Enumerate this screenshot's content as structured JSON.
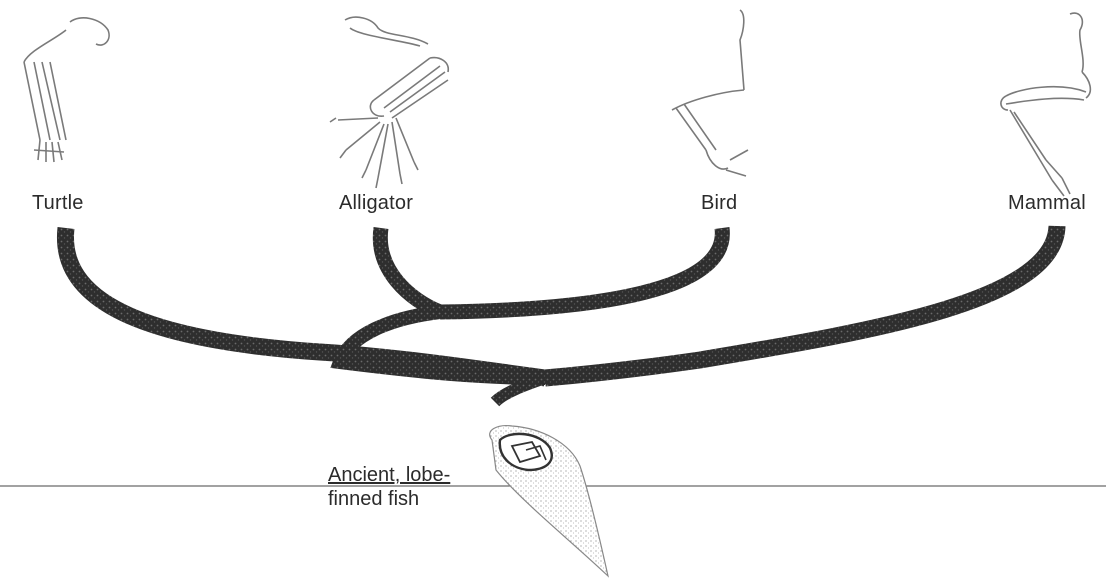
{
  "diagram": {
    "taxa": [
      {
        "key": "turtle",
        "label": "Turtle"
      },
      {
        "key": "alligator",
        "label": "Alligator"
      },
      {
        "key": "bird",
        "label": "Bird"
      },
      {
        "key": "mammal",
        "label": "Mammal"
      }
    ],
    "ancestor": {
      "line1": "Ancient, lobe-",
      "line2": "finned fish"
    },
    "colors": {
      "branch": "#2e2e2e",
      "bone": "#7a7a7a",
      "text": "#2b2b2b",
      "ground_line": "#444444"
    },
    "icons": [
      "turtle-limb-icon",
      "alligator-limb-icon",
      "bird-limb-icon",
      "mammal-limb-icon",
      "lobe-fin-icon"
    ]
  }
}
